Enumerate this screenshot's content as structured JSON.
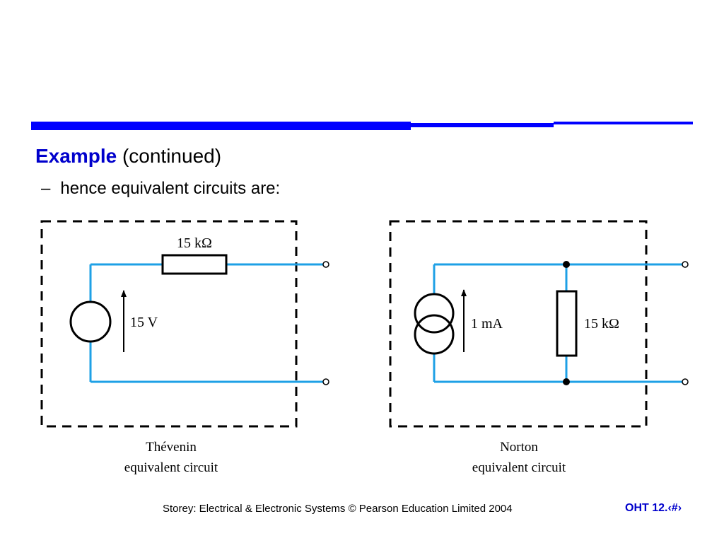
{
  "slide": {
    "title_accent": "Example",
    "title_rest": "(continued)",
    "bullet_dash": "–",
    "bullet": "hence equivalent circuits are:"
  },
  "thevenin": {
    "resistor_label": "15 kΩ",
    "source_label": "15 V",
    "caption_line1": "Thévenin",
    "caption_line2": "equivalent circuit"
  },
  "norton": {
    "source_label": "1 mA",
    "resistor_label": "15 kΩ",
    "caption_line1": "Norton",
    "caption_line2": "equivalent circuit"
  },
  "footer": {
    "credit": "Storey: Electrical & Electronic Systems © Pearson Education Limited 2004",
    "page": "OHT 12.‹#›"
  },
  "colors": {
    "accent": "#0000cc",
    "rule": "#0000ff",
    "wire": "#1ea0e6"
  }
}
